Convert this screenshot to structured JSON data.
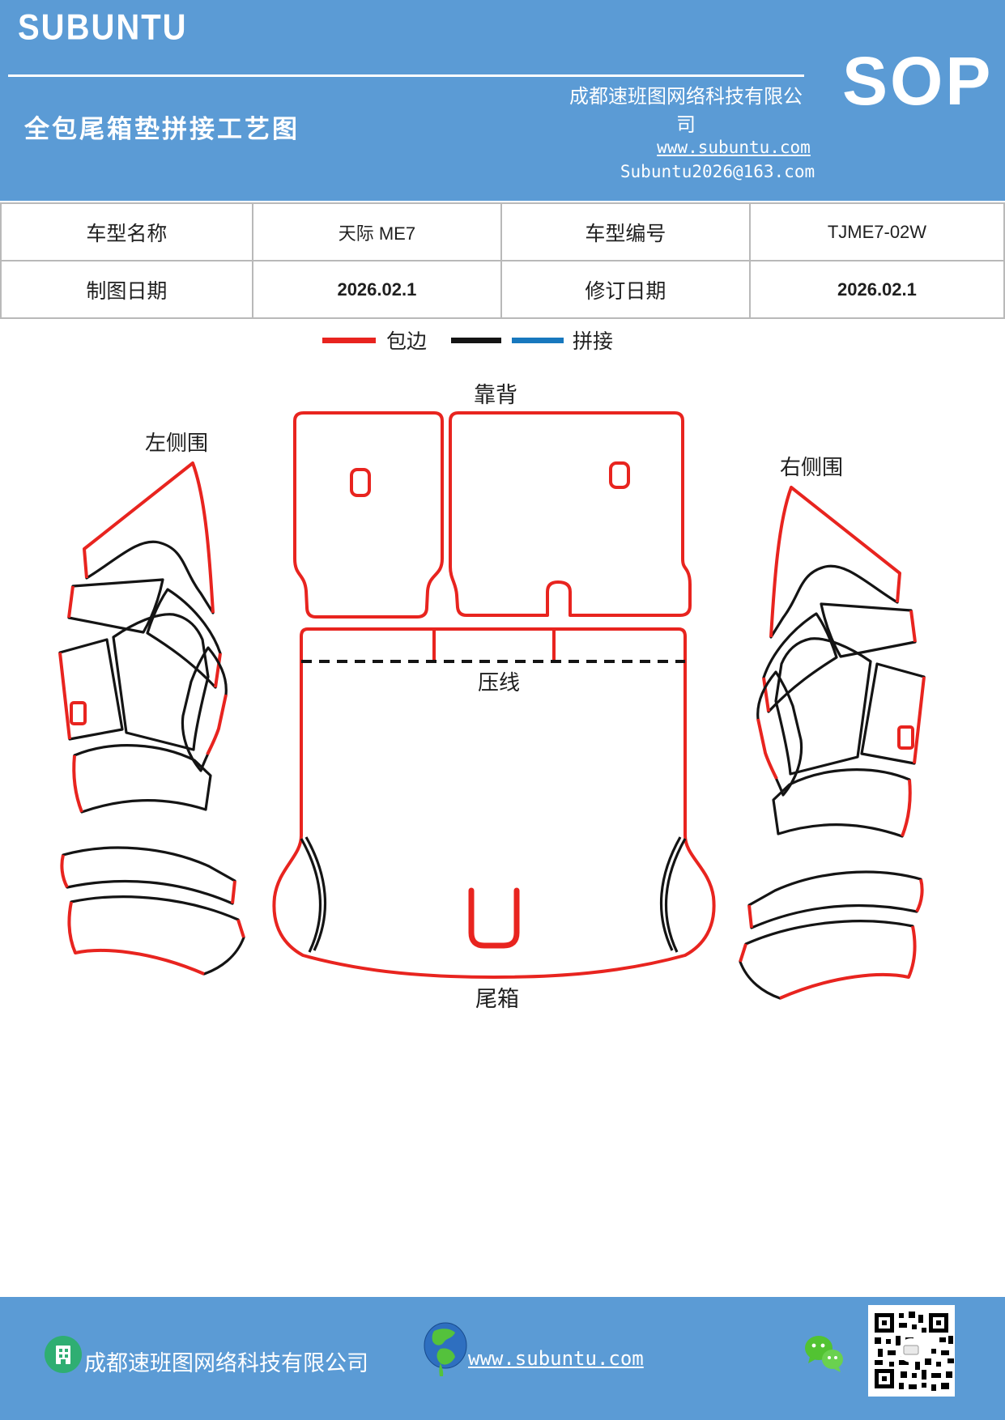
{
  "header": {
    "logo": "SUBUNTU",
    "company": "成都速班图网络科技有限公司",
    "sop": "SOP",
    "title": "全包尾箱垫拼接工艺图",
    "website": "www.subuntu.com",
    "email": "Subuntu2026@163.com"
  },
  "info_table": {
    "rows": [
      {
        "label1": "车型名称",
        "value1": "天际 ME7",
        "label2": "车型编号",
        "value2": "TJME7-02W"
      },
      {
        "label1": "制图日期",
        "value1": "2026.02.1",
        "label2": "修订日期",
        "value2": "2026.02.1"
      }
    ]
  },
  "legend": {
    "edging_label": "包边",
    "splice_label": "拼接"
  },
  "diagram": {
    "labels": {
      "backrest": "靠背",
      "left_side": "左侧围",
      "right_side": "右侧围",
      "press_line": "压线",
      "trunk": "尾箱"
    }
  },
  "footer": {
    "company": "成都速班图网络科技有限公司",
    "website": "www.subuntu.com"
  },
  "colors": {
    "header_blue": "#5b9bd5",
    "edging_red": "#e8241f",
    "splice_black": "#141414",
    "splice_blue": "#1878be"
  }
}
